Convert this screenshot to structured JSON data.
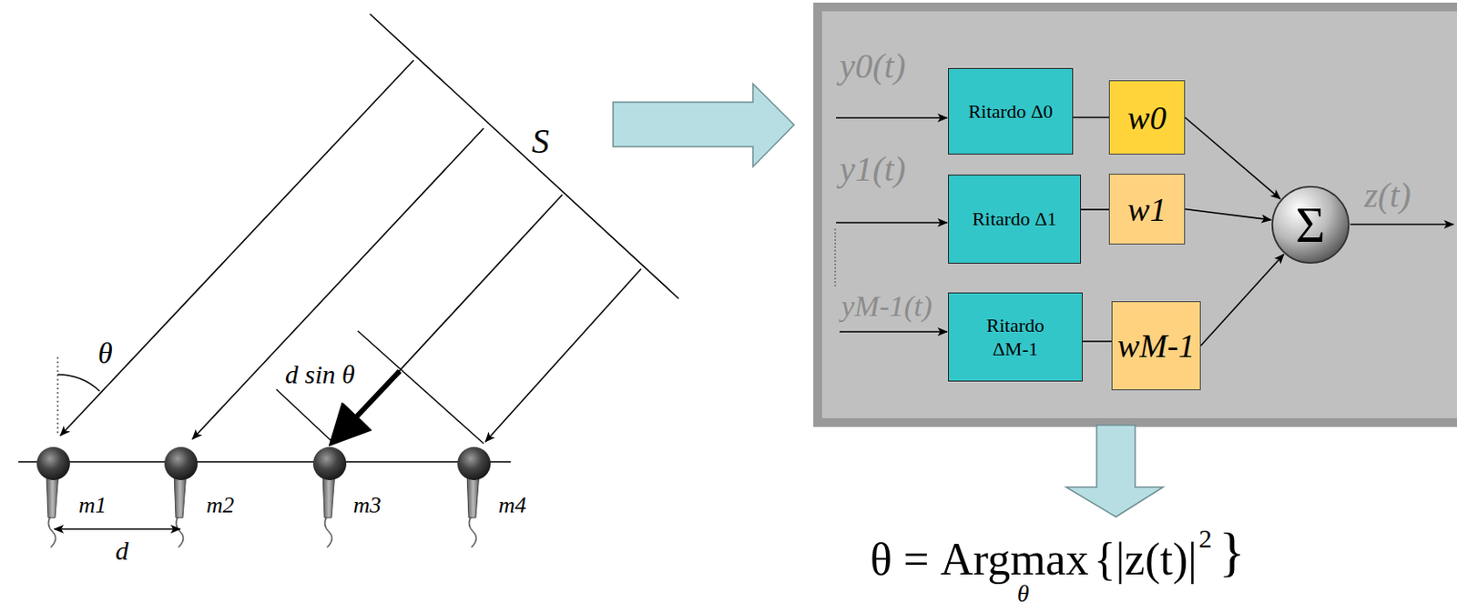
{
  "diagram": {
    "nodes": [
      {
        "text": [
          "Ritardo Δ0"
        ]
      },
      {
        "text": [
          "w0"
        ]
      },
      {
        "text": [
          "Ritardo Δ1"
        ]
      },
      {
        "text": [
          "w1"
        ]
      },
      {
        "text": [
          "Ritardo ΔM-1"
        ]
      },
      {
        "text": [
          "wM-1"
        ]
      },
      {
        "text": [
          "Σ"
        ]
      }
    ],
    "edges": [
      {
        "from": 0,
        "to": 1,
        "arrow": "none"
      },
      {
        "from": 1,
        "to": 6,
        "arrow": "to"
      },
      {
        "from": 2,
        "to": 3,
        "arrow": "none"
      },
      {
        "from": 3,
        "to": 6,
        "arrow": "to"
      },
      {
        "from": 4,
        "to": 5,
        "arrow": "none"
      },
      {
        "from": 5,
        "to": 6,
        "arrow": "to"
      }
    ],
    "labels": [
      "S",
      "θ",
      "d sin θ",
      "m1",
      "m2",
      "m3",
      "m4",
      "d",
      "y0(t)",
      "y1(t)",
      "yM-1(t)",
      "z(t)",
      "θ = Argmax",
      "θ",
      "{|z(t)|",
      "2",
      "}"
    ]
  }
}
